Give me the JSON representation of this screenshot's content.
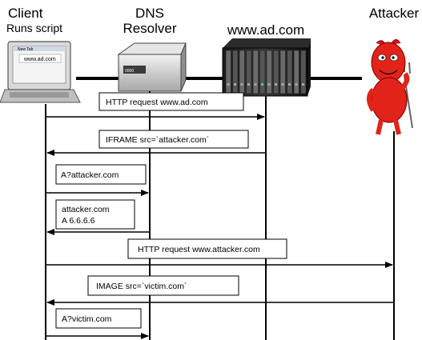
{
  "entities": {
    "client": {
      "name": "Client",
      "sub": "Runs script"
    },
    "dns": {
      "line1": "DNS",
      "line2": "Resolver"
    },
    "server": {
      "name": "www.ad.com"
    },
    "attacker": {
      "name": "Attacker"
    }
  },
  "client_screen": {
    "tab": "New Tab",
    "url": "www.ad.com"
  },
  "dns_panel_text": "0000",
  "messages": [
    {
      "id": "m1",
      "lines": [
        "HTTP request www.ad.com"
      ],
      "from": "client",
      "to": "server"
    },
    {
      "id": "m2",
      "lines": [
        "IFRAME src=`attacker.com´"
      ],
      "from": "server",
      "to": "client"
    },
    {
      "id": "m3",
      "lines": [
        "A?attacker.com"
      ],
      "from": "client",
      "to": "dns"
    },
    {
      "id": "m4",
      "lines": [
        "attacker.com",
        "A 6.6.6.6"
      ],
      "from": "dns",
      "to": "client"
    },
    {
      "id": "m5",
      "lines": [
        "HTTP request www.attacker.com"
      ],
      "from": "client",
      "to": "attacker"
    },
    {
      "id": "m6",
      "lines": [
        "IMAGE src=`victim.com´"
      ],
      "from": "attacker",
      "to": "client"
    },
    {
      "id": "m7",
      "lines": [
        "A?victim.com"
      ],
      "from": "client",
      "to": "dns"
    }
  ]
}
